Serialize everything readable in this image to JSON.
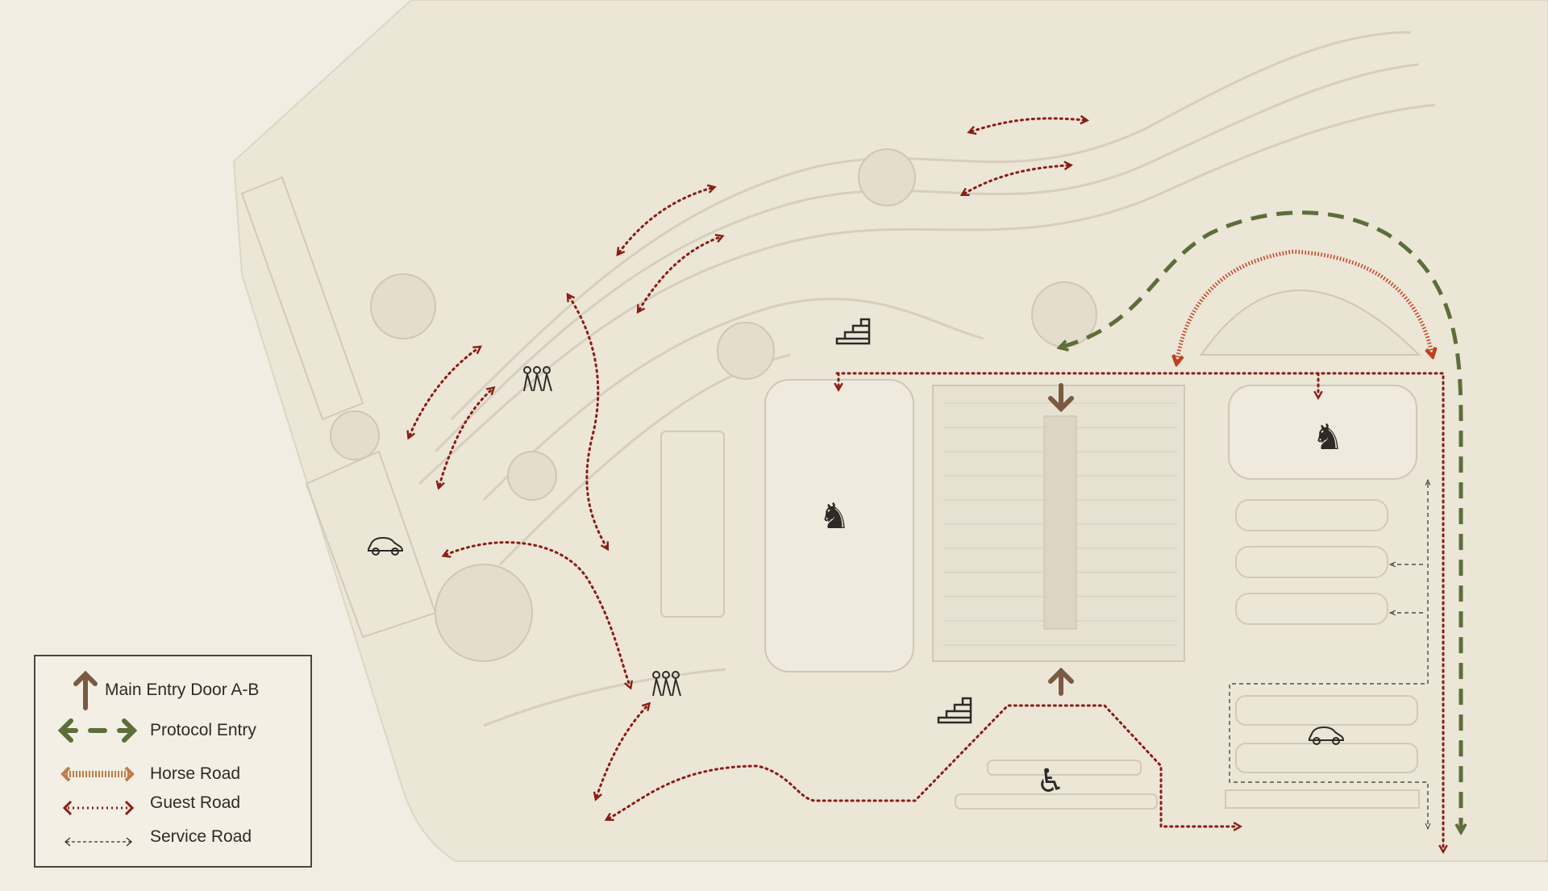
{
  "legend": {
    "items": [
      {
        "label": "Main Entry Door A-B",
        "icon": "arrow-up-icon",
        "color": "#7a5a42"
      },
      {
        "label": "Protocol Entry",
        "icon": "dashed-double-arrow-icon",
        "color": "#5c6e3a"
      },
      {
        "label": "Horse Road",
        "icon": "hatched-double-arrow-icon",
        "color": "#c07a45"
      },
      {
        "label": "Guest Road",
        "icon": "dotted-double-arrow-icon",
        "color": "#8b1c14"
      },
      {
        "label": "Service Road",
        "icon": "thin-dashed-double-arrow-icon",
        "color": "#2e3326"
      }
    ]
  },
  "colors": {
    "background": "#f1ede2",
    "site": "#ece6d7",
    "linework": "#d6cfbf",
    "main_entry": "#7a5a42",
    "protocol": "#5c6e3a",
    "horse": "#c07a45",
    "guest": "#8b1c14",
    "service": "#2e3326"
  }
}
